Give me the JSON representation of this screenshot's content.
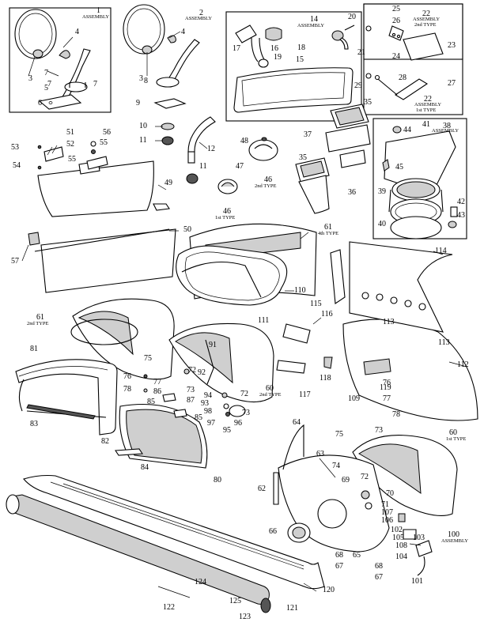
{
  "labels": {
    "n1": "1",
    "n2": "2",
    "n3": "3",
    "n3b": "3",
    "n4": "4",
    "n4b": "4",
    "n5": "5",
    "n6": "6",
    "n7": "7",
    "n7b": "7",
    "n7c": "7",
    "n8": "8",
    "n9": "9",
    "n10": "10",
    "n11": "11",
    "n11b": "11",
    "n12": "12",
    "n14": "14",
    "n15": "15",
    "n16": "16",
    "n17": "17",
    "n18": "18",
    "n19": "19",
    "n20": "20",
    "n21": "21",
    "n22": "22",
    "n22b": "22",
    "n23": "23",
    "n24": "24",
    "n25": "25",
    "n26": "26",
    "n27": "27",
    "n28": "28",
    "n29": "29",
    "n35": "35",
    "n35b": "35",
    "n36": "36",
    "n37": "37",
    "n38": "38",
    "n39": "39",
    "n40": "40",
    "n41": "41",
    "n42": "42",
    "n43": "43",
    "n44": "44",
    "n45": "45",
    "n46": "46",
    "n46b": "46",
    "n47": "47",
    "n48": "48",
    "n49": "49",
    "n50": "50",
    "n51": "51",
    "n52": "52",
    "n53": "53",
    "n54": "54",
    "n55": "55",
    "n55b": "55",
    "n56": "56",
    "n57": "57",
    "n60": "60",
    "n60b": "60",
    "n61": "61",
    "n61b": "61",
    "n62": "62",
    "n63": "63",
    "n64": "64",
    "n65": "65",
    "n66": "66",
    "n67": "67",
    "n67b": "67",
    "n68": "68",
    "n68b": "68",
    "n69": "69",
    "n70": "70",
    "n71": "71",
    "n72": "72",
    "n72b": "72",
    "n72c": "72",
    "n73": "73",
    "n73b": "73",
    "n73c": "73",
    "n74": "74",
    "n75": "75",
    "n75b": "75",
    "n76": "76",
    "n76b": "76",
    "n77": "77",
    "n77b": "77",
    "n78": "78",
    "n78b": "78",
    "n80": "80",
    "n81": "81",
    "n82": "82",
    "n83": "83",
    "n84": "84",
    "n85": "85",
    "n85b": "85",
    "n86": "86",
    "n87": "87",
    "n91": "91",
    "n92": "92",
    "n93": "93",
    "n94": "94",
    "n95": "95",
    "n96": "96",
    "n97": "97",
    "n98": "98",
    "n100": "100",
    "n101": "101",
    "n102": "102",
    "n103": "103",
    "n104": "104",
    "n105": "105",
    "n106": "106",
    "n107": "107",
    "n108": "108",
    "n109": "109",
    "n110": "110",
    "n111": "111",
    "n112": "112",
    "n113": "113",
    "n113b": "113",
    "n114": "114",
    "n115": "115",
    "n116": "116",
    "n117": "117",
    "n118": "118",
    "n119": "119",
    "n120": "120",
    "n121": "121",
    "n122": "122",
    "n123": "123",
    "n124": "124",
    "n125": "125"
  },
  "sublabels": {
    "assembly": "ASSEMBLY",
    "second_type": "2nd TYPE",
    "first_type": "1st TYPE",
    "fourth_type": "4th TYPE",
    "second_type_alt": "2nd TYPE",
    "first_type_alt": "1st TYPE"
  }
}
